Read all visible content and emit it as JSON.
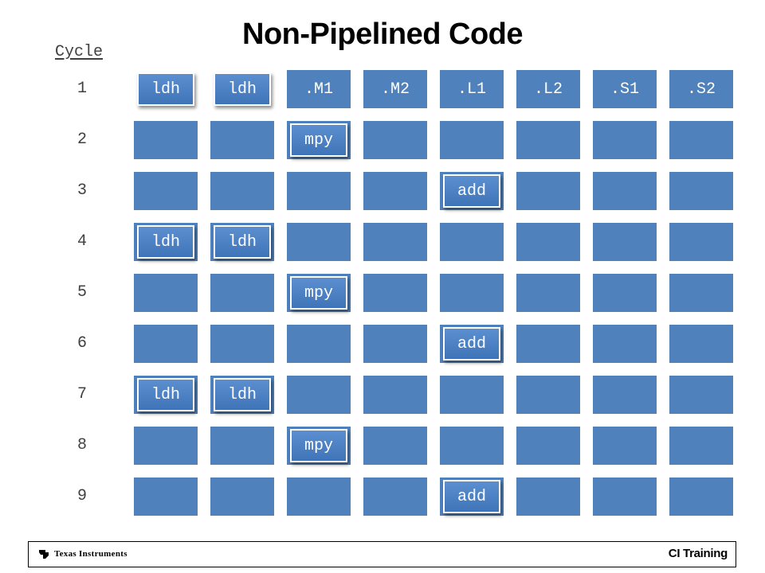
{
  "title": "Non-Pipelined Code",
  "cycle_header": "Cycle",
  "colors": {
    "cell": "#4f81bd",
    "instruction_box": "#4a80c4",
    "text_on_cell": "#ffffff"
  },
  "unit_headers": [
    "ldh",
    "ldh",
    ".M1",
    ".M2",
    ".L1",
    ".L2",
    ".S1",
    ".S2"
  ],
  "rows": [
    {
      "cycle": "1",
      "instructions": [
        {
          "col": 0,
          "label": "ldh"
        },
        {
          "col": 1,
          "label": "ldh"
        }
      ]
    },
    {
      "cycle": "2",
      "instructions": [
        {
          "col": 2,
          "label": "mpy"
        }
      ]
    },
    {
      "cycle": "3",
      "instructions": [
        {
          "col": 4,
          "label": "add"
        }
      ]
    },
    {
      "cycle": "4",
      "instructions": [
        {
          "col": 0,
          "label": "ldh"
        },
        {
          "col": 1,
          "label": "ldh"
        }
      ]
    },
    {
      "cycle": "5",
      "instructions": [
        {
          "col": 2,
          "label": "mpy"
        }
      ]
    },
    {
      "cycle": "6",
      "instructions": [
        {
          "col": 4,
          "label": "add"
        }
      ]
    },
    {
      "cycle": "7",
      "instructions": [
        {
          "col": 0,
          "label": "ldh"
        },
        {
          "col": 1,
          "label": "ldh"
        }
      ]
    },
    {
      "cycle": "8",
      "instructions": [
        {
          "col": 2,
          "label": "mpy"
        }
      ]
    },
    {
      "cycle": "9",
      "instructions": [
        {
          "col": 4,
          "label": "add"
        }
      ]
    }
  ],
  "footer": {
    "logo_text": "Texas Instruments",
    "logo_icon": "texas-instruments-logo-icon",
    "right_text": "CI Training"
  }
}
